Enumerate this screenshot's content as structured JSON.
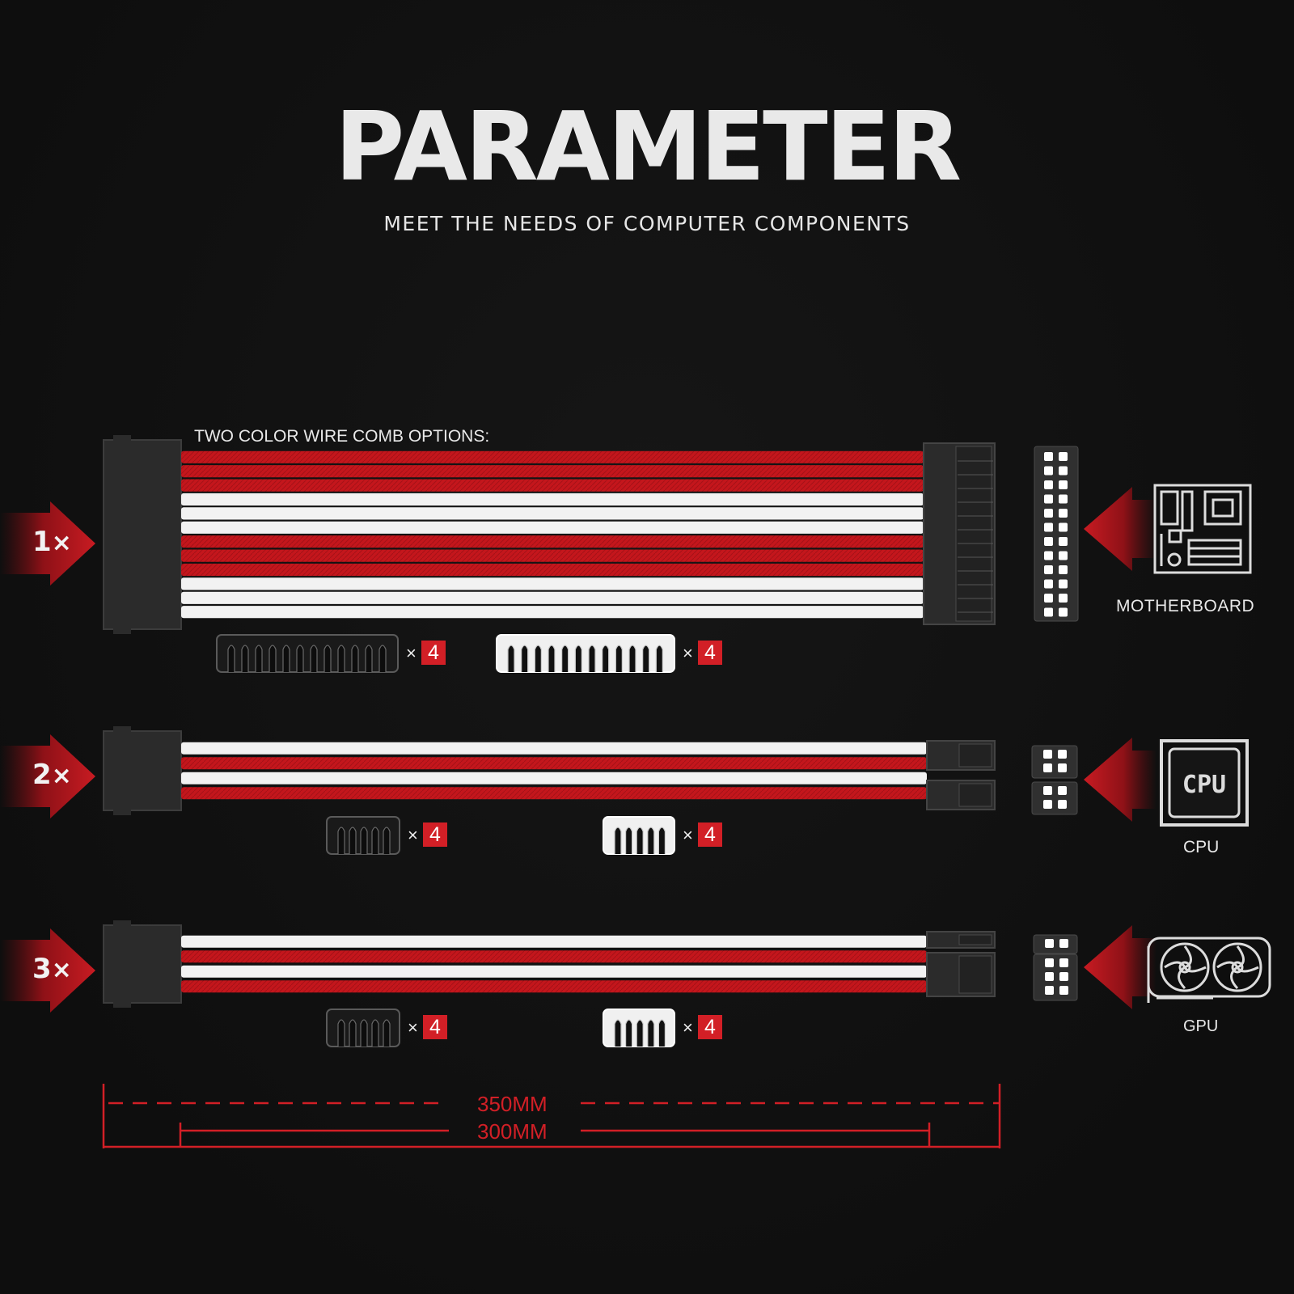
{
  "header": {
    "title": "PARAMETER",
    "subtitle": "MEET THE NEEDS OF COMPUTER COMPONENTS"
  },
  "options_label": "TWO COLOR WIRE COMB OPTIONS:",
  "colors": {
    "background": "#111111",
    "red": "#c4161c",
    "white": "#f2f2f2",
    "connector": "#2b2b2b",
    "accent": "#d21f26"
  },
  "cables": [
    {
      "quantity": "1",
      "times": "×",
      "component": "MOTHERBOARD",
      "component_icon": "motherboard-icon",
      "wires": [
        "red",
        "red",
        "red",
        "white",
        "white",
        "white",
        "red",
        "red",
        "red",
        "white",
        "white",
        "white"
      ],
      "combs": [
        {
          "color": "black",
          "times": "×",
          "count": "4"
        },
        {
          "color": "white",
          "times": "×",
          "count": "4"
        }
      ]
    },
    {
      "quantity": "2",
      "times": "×",
      "component": "CPU",
      "component_icon": "cpu-icon",
      "icon_text": "CPU",
      "wires": [
        "white",
        "red",
        "white",
        "red"
      ],
      "combs": [
        {
          "color": "black",
          "times": "×",
          "count": "4"
        },
        {
          "color": "white",
          "times": "×",
          "count": "4"
        }
      ]
    },
    {
      "quantity": "3",
      "times": "×",
      "component": "GPU",
      "component_icon": "gpu-icon",
      "wires": [
        "white",
        "red",
        "white",
        "red"
      ],
      "combs": [
        {
          "color": "black",
          "times": "×",
          "count": "4"
        },
        {
          "color": "white",
          "times": "×",
          "count": "4"
        }
      ]
    }
  ],
  "dimensions": {
    "outer": "350MM",
    "inner": "300MM"
  }
}
